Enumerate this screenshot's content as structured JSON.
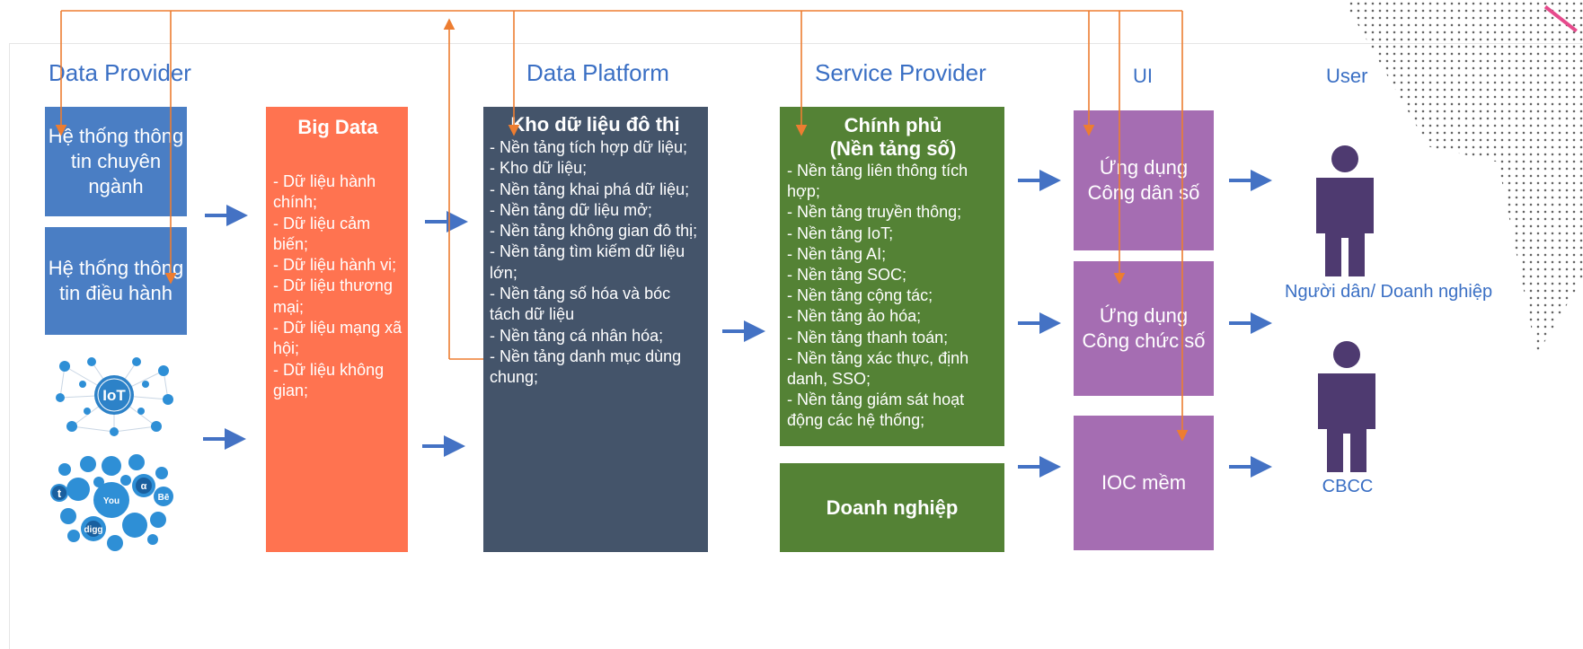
{
  "columns": {
    "data_provider": "Data Provider",
    "data_platform": "Data Platform",
    "service_provider": "Service Provider",
    "ui": "UI",
    "user": "User"
  },
  "provider_boxes": {
    "specialized": "Hệ thống thông tin chuyên ngành",
    "operations": "Hệ thống thông tin điều hành"
  },
  "icons": {
    "iot": "iot-ecosystem-icon",
    "iot_text": "IoT",
    "social": "social-media-icon"
  },
  "big_data": {
    "title": "Big Data",
    "items": [
      "- Dữ liệu hành chính;",
      "- Dữ liệu cảm biến;",
      "- Dữ liệu hành vi;",
      "- Dữ liệu thương mại;",
      "- Dữ liệu mạng xã hội;",
      "- Dữ liệu không gian;"
    ]
  },
  "warehouse": {
    "title": "Kho dữ liệu đô thị",
    "items": [
      "- Nền tảng tích hợp dữ liệu;",
      "- Kho dữ liệu;",
      "- Nền tảng khai phá dữ liệu;",
      "- Nền tảng dữ liệu mở;",
      "- Nền tảng không gian đô thị;",
      "- Nền tảng tìm kiếm dữ liệu lớn;",
      "- Nền tảng số hóa và bóc tách dữ liệu",
      "- Nền tảng cá nhân hóa;",
      "- Nền tảng danh mục dùng chung;"
    ]
  },
  "government": {
    "title": "Chính phủ",
    "subtitle": "(Nền tảng số)",
    "items": [
      "- Nền tảng liên thông tích hợp;",
      "- Nền tảng truyền thông;",
      "- Nền tảng IoT;",
      "- Nền tảng AI;",
      "- Nền tảng SOC;",
      "- Nền tảng cộng tác;",
      "- Nền tảng ảo hóa;",
      "- Nền tảng thanh toán;",
      "- Nền tảng xác thực, định danh, SSO;",
      "- Nền tảng giám sát hoạt động các hệ thống;"
    ]
  },
  "enterprise": {
    "title": "Doanh nghiệp"
  },
  "ui_boxes": {
    "citizen_app": "Ứng dụng Công dân số",
    "officer_app": "Ứng dụng Công chức số",
    "ioc": "IOC mềm"
  },
  "users": {
    "citizens": "Người dân/ Doanh nghiệp",
    "officers": "CBCC"
  },
  "colors": {
    "header_text": "#3a6fc4",
    "provider_blue": "#4a7ec4",
    "big_data_orange": "#ff7350",
    "warehouse_slate": "#44546a",
    "service_green": "#548235",
    "ui_purple": "#a56db2",
    "person_purple": "#4e3a70",
    "flow_arrow_blue": "#4472c4",
    "feedback_arrow_orange": "#ed7d31"
  }
}
